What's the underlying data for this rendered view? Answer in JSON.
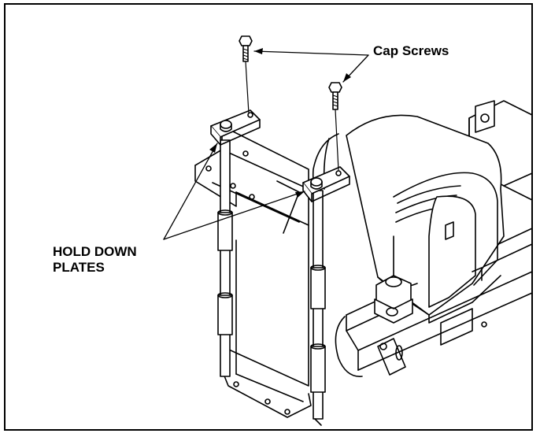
{
  "labels": {
    "cap_screws": "Cap Screws",
    "hold_down_line1": "HOLD DOWN",
    "hold_down_line2": "PLATES"
  },
  "colors": {
    "ink": "#000000",
    "paper": "#ffffff"
  }
}
